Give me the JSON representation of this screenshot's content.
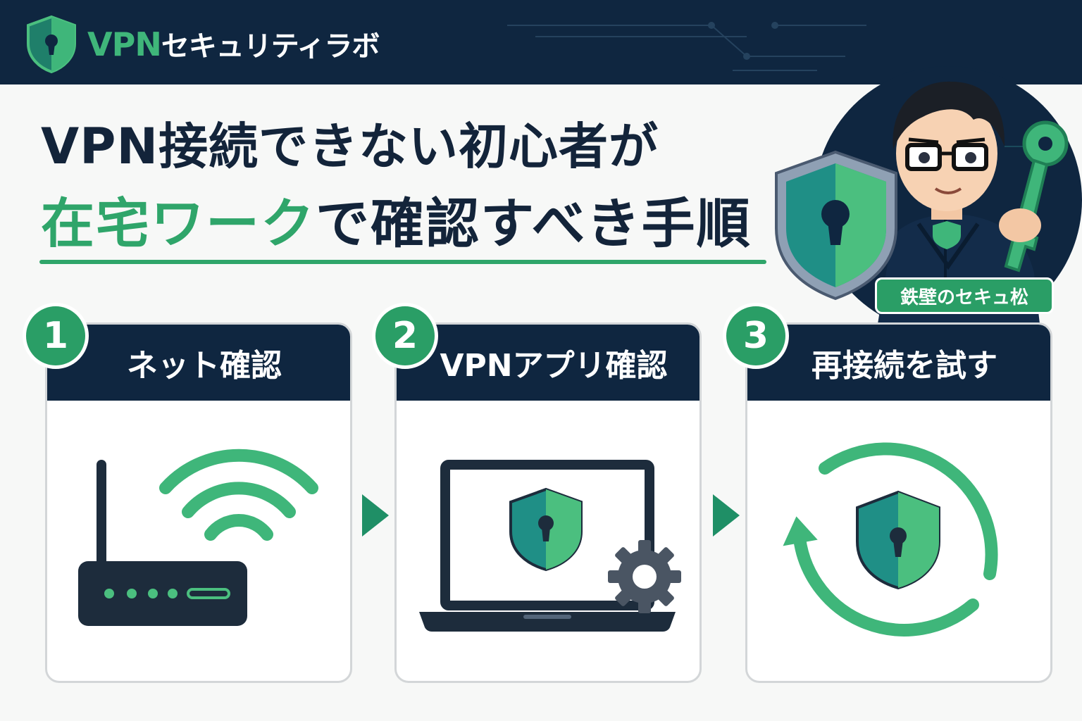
{
  "header": {
    "brand_vpn": "VPN",
    "brand_rest": "セキュリティラボ",
    "logo_icon": "shield-keyhole-icon"
  },
  "title": {
    "line1": "VPN接続できない初心者が",
    "line2_highlight": "在宅ワーク",
    "line2_rest": "で確認すべき手順"
  },
  "mascot": {
    "name": "鉄壁のセキュ松"
  },
  "steps": [
    {
      "number": "1",
      "label": "ネット確認",
      "icon": "router-wifi-icon"
    },
    {
      "number": "2",
      "label": "VPNアプリ確認",
      "icon": "laptop-shield-gear-icon"
    },
    {
      "number": "3",
      "label": "再接続を試す",
      "icon": "refresh-shield-icon"
    }
  ],
  "colors": {
    "navy": "#0f2640",
    "green": "#2fa56a",
    "teal": "#1f8f86",
    "light_green": "#4bbf7f"
  }
}
